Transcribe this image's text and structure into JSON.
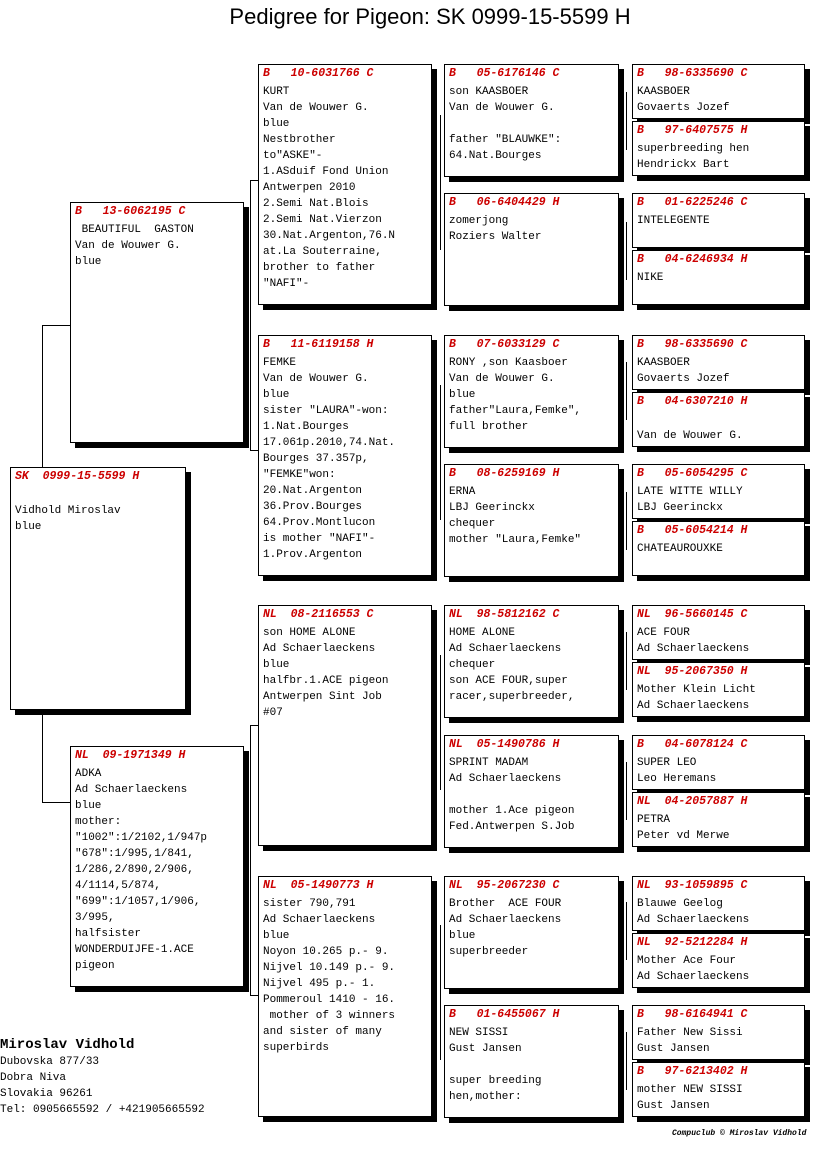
{
  "title": "Pedigree for Pigeon: SK  0999-15-5599 H",
  "subject": {
    "header": "SK  0999-15-5599 H",
    "lines": [
      "",
      "Vidhold Miroslav",
      "blue"
    ]
  },
  "father": {
    "header": "B   13-6062195 C",
    "lines": [
      " BEAUTIFUL  GASTON",
      "Van de Wouwer G.",
      "blue"
    ]
  },
  "mother": {
    "header": "NL  09-1971349 H",
    "lines": [
      "ADKA",
      "Ad Schaerlaeckens",
      "blue",
      "mother:",
      "\"1002\":1/2102,1/947p",
      "\"678\":1/995,1/841,",
      "1/286,2/890,2/906,",
      "4/1114,5/874,",
      "\"699\":1/1057,1/906,",
      "3/995,",
      "halfsister",
      "WONDERDUIJFE-1.ACE",
      "pigeon"
    ]
  },
  "ff": {
    "header": "B   10-6031766 C",
    "lines": [
      "KURT",
      "Van de Wouwer G.",
      "blue",
      "Nestbrother",
      "to\"ASKE\"-",
      "1.ASduif Fond Union",
      "Antwerpen 2010",
      "2.Semi Nat.Blois",
      "2.Semi Nat.Vierzon",
      "30.Nat.Argenton,76.N",
      "at.La Souterraine,",
      "brother to father",
      "\"NAFI\"-"
    ]
  },
  "fm": {
    "header": "B   11-6119158 H",
    "lines": [
      "FEMKE",
      "Van de Wouwer G.",
      "blue",
      "sister \"LAURA\"-won:",
      "1.Nat.Bourges",
      "17.061p.2010,74.Nat.",
      "Bourges 37.357p,",
      "\"FEMKE\"won:",
      "20.Nat.Argenton",
      "36.Prov.Bourges",
      "64.Prov.Montlucon",
      "is mother \"NAFI\"-",
      "1.Prov.Argenton"
    ]
  },
  "mf": {
    "header": "NL  08-2116553 C",
    "lines": [
      "son HOME ALONE",
      "Ad Schaerlaeckens",
      "blue",
      "halfbr.1.ACE pigeon",
      "Antwerpen Sint Job",
      "#07"
    ]
  },
  "mm": {
    "header": "NL  05-1490773 H",
    "lines": [
      "sister 790,791",
      "Ad Schaerlaeckens",
      "blue",
      "Noyon 10.265 p.- 9.",
      "Nijvel 10.149 p.- 9.",
      "Nijvel 495 p.- 1.",
      "Pommeroul 1410 - 16.",
      " mother of 3 winners",
      "and sister of many",
      "superbirds"
    ]
  },
  "fff": {
    "header": "B   05-6176146 C",
    "lines": [
      "son KAASBOER",
      "Van de Wouwer G.",
      "",
      "father \"BLAUWKE\":",
      "64.Nat.Bourges"
    ]
  },
  "ffm": {
    "header": "B   06-6404429 H",
    "lines": [
      "zomerjong",
      "Roziers Walter"
    ]
  },
  "fmf": {
    "header": "B   07-6033129 C",
    "lines": [
      "RONY ,son Kaasboer",
      "Van de Wouwer G.",
      "blue",
      "father\"Laura,Femke\",",
      "full brother"
    ]
  },
  "fmm": {
    "header": "B   08-6259169 H",
    "lines": [
      "ERNA",
      "LBJ Geerinckx",
      "chequer",
      "mother \"Laura,Femke\""
    ]
  },
  "mff": {
    "header": "NL  98-5812162 C",
    "lines": [
      "HOME ALONE",
      "Ad Schaerlaeckens",
      "chequer",
      "son ACE FOUR,super",
      "racer,superbreeder,"
    ]
  },
  "mfm": {
    "header": "NL  05-1490786 H",
    "lines": [
      "SPRINT MADAM",
      "Ad Schaerlaeckens",
      "",
      "mother 1.Ace pigeon",
      "Fed.Antwerpen S.Job"
    ]
  },
  "mmf": {
    "header": "NL  95-2067230 C",
    "lines": [
      "Brother  ACE FOUR",
      "Ad Schaerlaeckens",
      "blue",
      "superbreeder"
    ]
  },
  "mmm": {
    "header": "B   01-6455067 H",
    "lines": [
      "NEW SISSI",
      "Gust Jansen",
      "",
      "super breeding",
      "hen,mother:"
    ]
  },
  "g4": [
    {
      "header": "B   98-6335690 C",
      "lines": [
        "KAASBOER",
        "Govaerts Jozef"
      ]
    },
    {
      "header": "B   97-6407575 H",
      "lines": [
        "superbreeding hen",
        "Hendrickx Bart"
      ]
    },
    {
      "header": "B   01-6225246 C",
      "lines": [
        "INTELEGENTE"
      ]
    },
    {
      "header": "B   04-6246934 H",
      "lines": [
        "NIKE"
      ]
    },
    {
      "header": "B   98-6335690 C",
      "lines": [
        "KAASBOER",
        "Govaerts Jozef"
      ]
    },
    {
      "header": "B   04-6307210 H",
      "lines": [
        "",
        "Van de Wouwer G."
      ]
    },
    {
      "header": "B   05-6054295 C",
      "lines": [
        "LATE WITTE WILLY",
        "LBJ Geerinckx"
      ]
    },
    {
      "header": "B   05-6054214 H",
      "lines": [
        "CHATEAUROUXKE"
      ]
    },
    {
      "header": "NL  96-5660145 C",
      "lines": [
        "ACE FOUR",
        "Ad Schaerlaeckens"
      ]
    },
    {
      "header": "NL  95-2067350 H",
      "lines": [
        "Mother Klein Licht",
        "Ad Schaerlaeckens"
      ]
    },
    {
      "header": "B   04-6078124 C",
      "lines": [
        "SUPER LEO",
        "Leo Heremans"
      ]
    },
    {
      "header": "NL  04-2057887 H",
      "lines": [
        "PETRA",
        "Peter vd Merwe"
      ]
    },
    {
      "header": "NL  93-1059895 C",
      "lines": [
        "Blauwe Geelog",
        "Ad Schaerlaeckens"
      ]
    },
    {
      "header": "NL  92-5212284 H",
      "lines": [
        "Mother Ace Four",
        "Ad Schaerlaeckens"
      ]
    },
    {
      "header": "B   98-6164941 C",
      "lines": [
        "Father New Sissi",
        "Gust Jansen"
      ]
    },
    {
      "header": "B   97-6213402 H",
      "lines": [
        "mother NEW SISSI",
        "Gust Jansen"
      ]
    }
  ],
  "owner": {
    "name": "Miroslav Vidhold",
    "address": [
      "Dubovska 877/33",
      "Dobra Niva",
      "Slovakia 96261",
      "Tel: 0905665592 / +421905665592"
    ]
  },
  "footer": "Compuclub © Miroslav Vidhold"
}
